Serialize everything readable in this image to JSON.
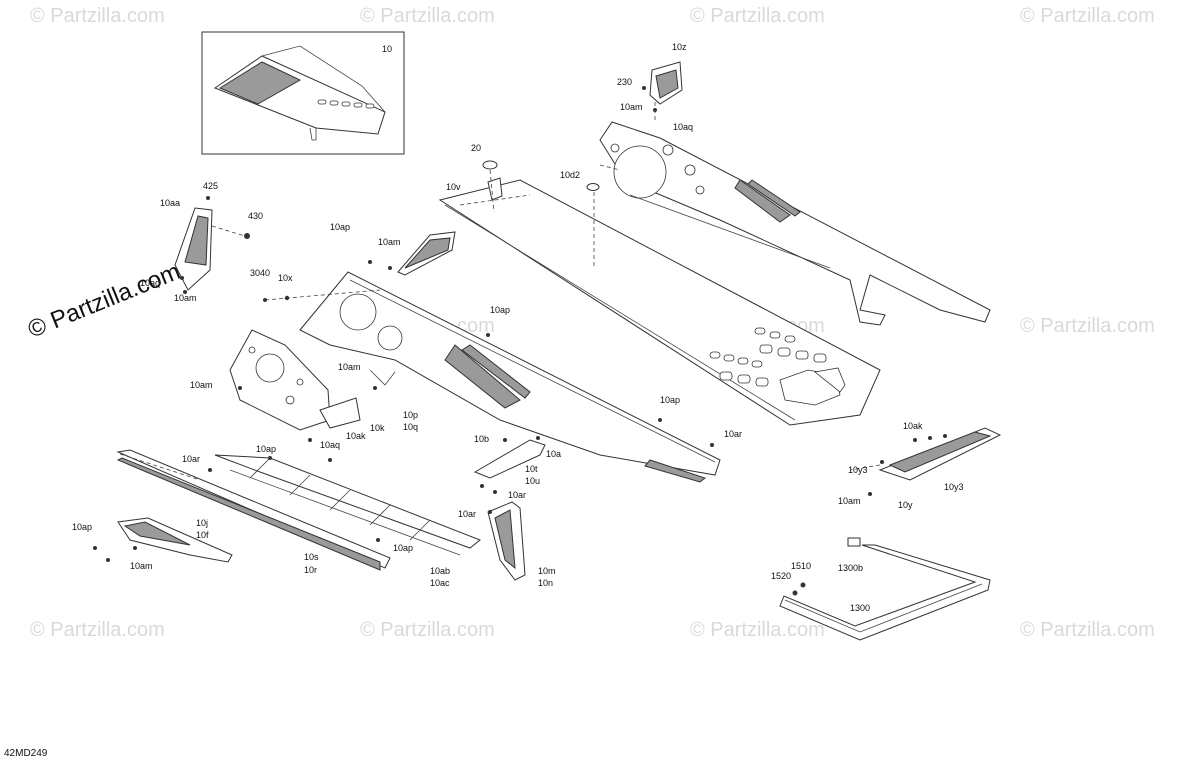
{
  "diagram": {
    "code": "42MD249",
    "inset_label": "10",
    "watermark_main": "© Partzilla.com",
    "watermark_small": "© Partzilla.com",
    "labels": {
      "l10z": "10z",
      "l230": "230",
      "l10am_a": "10am",
      "l10aq_a": "10aq",
      "l20": "20",
      "l10d2": "10d2",
      "l10v": "10v",
      "l425": "425",
      "l10aa": "10aa",
      "l430": "430",
      "l10aq_b": "10aq",
      "l10am_b": "10am",
      "l3040": "3040",
      "l10x": "10x",
      "l10ap_a": "10ap",
      "l10am_c": "10am",
      "l10ap_b": "10ap",
      "l10am_d": "10am",
      "l10am_e": "10am",
      "l10k": "10k",
      "l10ak_a": "10ak",
      "l10aq_c": "10aq",
      "l10p": "10p",
      "l10q": "10q",
      "l10ap_c": "10ap",
      "l10ar_a": "10ar",
      "l10b": "10b",
      "l10a": "10a",
      "l10t": "10t",
      "l10u": "10u",
      "l10ar_b": "10ar",
      "l10ap_d": "10ap",
      "l10ar_c": "10ar",
      "l10ar_d": "10ar",
      "l10ap_e": "10ap",
      "l10j": "10j",
      "l10f": "10f",
      "l10am_f": "10am",
      "l10ap_f": "10ap",
      "l10s": "10s",
      "l10r": "10r",
      "l10ab": "10ab",
      "l10ac": "10ac",
      "l10m": "10m",
      "l10n": "10n",
      "l10ak_b": "10ak",
      "l10y3_a": "10y3",
      "l10y3_b": "10y3",
      "l10am_g": "10am",
      "l10y": "10y",
      "l1510": "1510",
      "l1520": "1520",
      "l1300b": "1300b",
      "l1300": "1300"
    }
  }
}
